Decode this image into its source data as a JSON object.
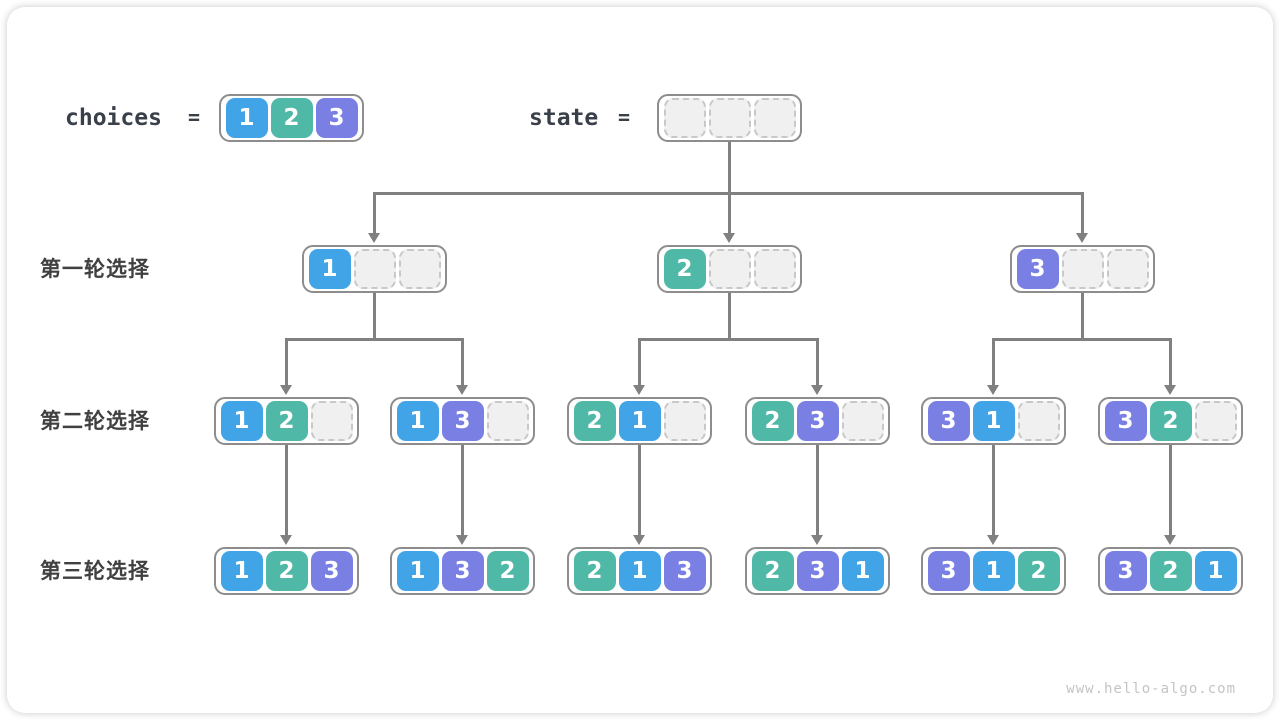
{
  "page": {
    "watermark": "www.hello-algo.com"
  },
  "colors": {
    "1": "#41a4e6",
    "2": "#4fb8a6",
    "3": "#7a80e3",
    "arrow": "#808080"
  },
  "header": {
    "choices": {
      "label": "choices",
      "equals": "=",
      "cells": [
        1,
        2,
        3
      ]
    },
    "state": {
      "label": "state",
      "equals": "=",
      "cells": [
        null,
        null,
        null
      ]
    }
  },
  "rows": [
    {
      "label": "第一轮选择",
      "nodes": [
        [
          1,
          null,
          null
        ],
        [
          2,
          null,
          null
        ],
        [
          3,
          null,
          null
        ]
      ]
    },
    {
      "label": "第二轮选择",
      "nodes": [
        [
          1,
          2,
          null
        ],
        [
          1,
          3,
          null
        ],
        [
          2,
          1,
          null
        ],
        [
          2,
          3,
          null
        ],
        [
          3,
          1,
          null
        ],
        [
          3,
          2,
          null
        ]
      ]
    },
    {
      "label": "第三轮选择",
      "nodes": [
        [
          1,
          2,
          3
        ],
        [
          1,
          3,
          2
        ],
        [
          2,
          1,
          3
        ],
        [
          2,
          3,
          1
        ],
        [
          3,
          1,
          2
        ],
        [
          3,
          2,
          1
        ]
      ]
    }
  ]
}
